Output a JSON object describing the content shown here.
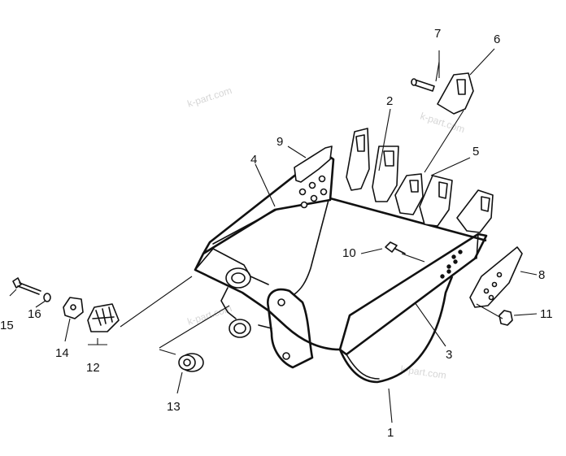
{
  "callouts": {
    "c1": "1",
    "c2": "2",
    "c3": "3",
    "c4": "4",
    "c5": "5",
    "c6": "6",
    "c7": "7",
    "c8": "8",
    "c9": "9",
    "c10": "10",
    "c11": "11",
    "c12": "12",
    "c13": "13",
    "c14": "14",
    "c15": "15",
    "c16": "16"
  },
  "watermarks": [
    "k-part.com",
    "k-part.com",
    "k-part.com",
    "k-part.com"
  ]
}
